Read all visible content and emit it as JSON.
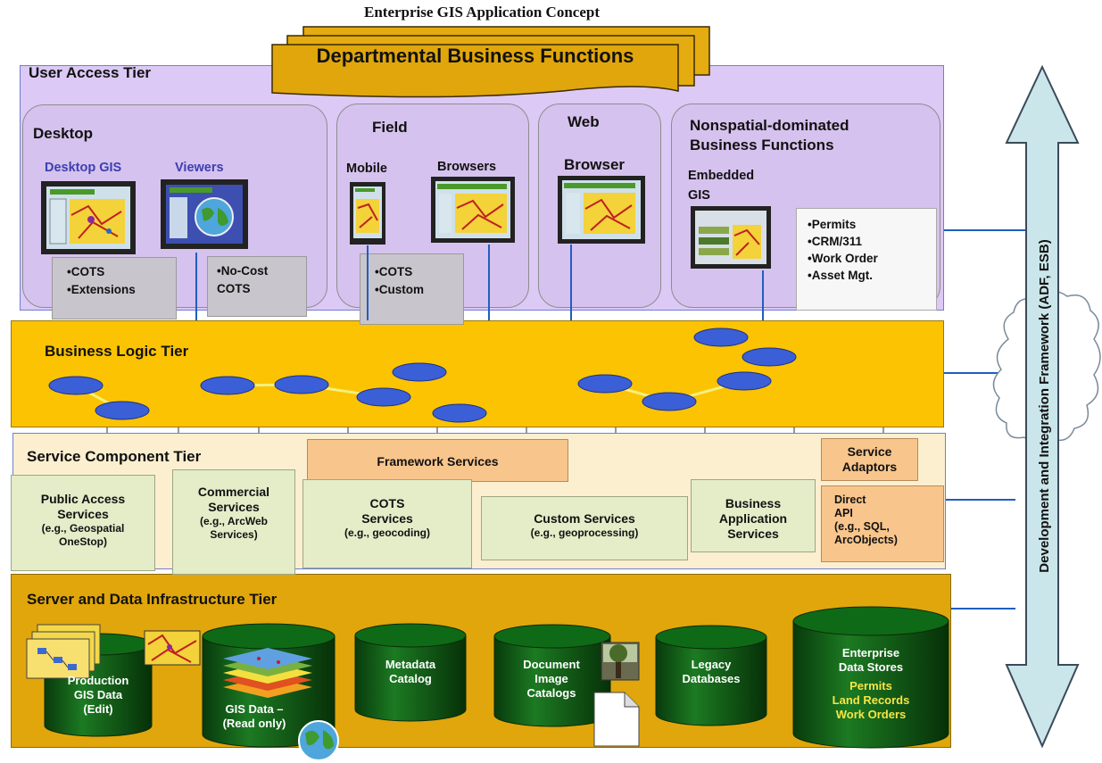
{
  "title": "Enterprise GIS Application Concept",
  "banner": "Departmental Business Functions",
  "framework_label": "Development and Integration Framework (ADF, ESB)",
  "tiers": {
    "user_access": "User Access Tier",
    "business_logic": "Business Logic Tier",
    "service_component": "Service Component Tier",
    "server_data": "Server and Data Infrastructure Tier"
  },
  "user_access": {
    "desktop": {
      "title": "Desktop",
      "desktop_gis": "Desktop GIS",
      "viewers": "Viewers",
      "notes_left": "•COTS\n•Extensions",
      "notes_right": "•No-Cost\nCOTS"
    },
    "field": {
      "title": "Field",
      "mobile": "Mobile",
      "browsers": "Browsers",
      "notes": "•COTS\n•Custom"
    },
    "web": {
      "title": "Web",
      "browser": "Browser"
    },
    "nonspatial": {
      "title": "Nonspatial-dominated\nBusiness Functions",
      "embedded": "Embedded\nGIS",
      "items": "•Permits\n•CRM/311\n•Work Order\n•Asset Mgt."
    }
  },
  "services": {
    "public_access": {
      "title": "Public Access\nServices",
      "sub": "(e.g., Geospatial\nOneStop)"
    },
    "commercial": {
      "title": "Commercial\nServices",
      "sub": "(e.g., ArcWeb\nServices)"
    },
    "framework": {
      "title": "Framework Services"
    },
    "cots": {
      "title": "COTS\nServices",
      "sub": "(e.g., geocoding)"
    },
    "custom": {
      "title": "Custom Services",
      "sub": "(e.g., geoprocessing)"
    },
    "business_app": {
      "title": "Business\nApplication\nServices"
    },
    "adaptors": {
      "title": "Service\nAdaptors"
    },
    "direct_api": {
      "title": "Direct\nAPI",
      "sub": "(e.g., SQL,\nArcObjects)"
    }
  },
  "data_stores": {
    "production": "Production\nGIS Data\n(Edit)",
    "gis_read": "GIS Data –\n(Read only)",
    "metadata": "Metadata\nCatalog",
    "document": "Document\nImage\nCatalogs",
    "legacy": "Legacy\nDatabases",
    "enterprise": "Enterprise\nData Stores",
    "enterprise_items": "Permits\nLand Records\nWork Orders"
  },
  "colors": {
    "user_tier": "#dcc9f5",
    "logic_tier": "#fcc302",
    "service_tier": "#fcefcf",
    "server_tier": "#e0a60b",
    "cylinder": "#0b5b12",
    "framework_arrow": "#cbe6ea",
    "connector": "#1f5fbf"
  }
}
